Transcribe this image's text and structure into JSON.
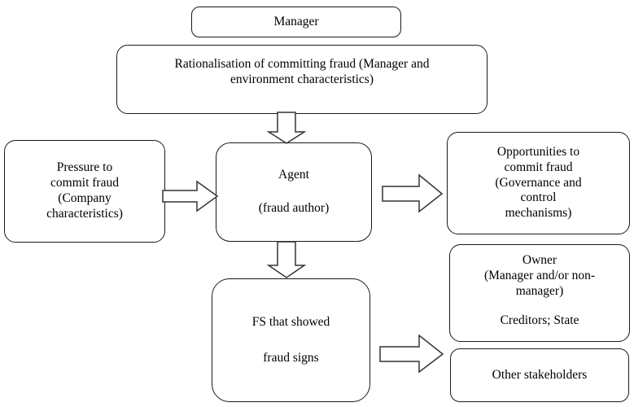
{
  "diagram": {
    "title": "Fraud triangle and agency relationships flow diagram",
    "background_color": "#ffffff",
    "line_color": "#1a1a1a",
    "nodes": {
      "manager": {
        "label": "Manager",
        "lines": [
          "Manager"
        ]
      },
      "rationalisation": {
        "label": "Rationalisation of committing fraud (Manager and environment characteristics)",
        "lines": [
          "Rationalisation of committing fraud (Manager and",
          "environment characteristics)"
        ]
      },
      "pressure": {
        "label": "Pressure to commit fraud (Company characteristics)",
        "lines": [
          "Pressure to",
          "commit fraud",
          "(Company",
          "characteristics)"
        ]
      },
      "agent": {
        "label": "Agent (fraud author)",
        "lines": [
          "Agent",
          "(fraud author)"
        ]
      },
      "opportunities": {
        "label": "Opportunities to commit fraud (Governance and control mechanisms)",
        "lines": [
          "Opportunities to",
          "commit fraud",
          "(Governance and",
          "control",
          "mechanisms)"
        ]
      },
      "fs": {
        "label": "FS that showed fraud signs",
        "lines": [
          "FS that showed",
          "fraud signs"
        ]
      },
      "owner": {
        "label": "Owner (Manager and/or non-manager) Creditors; State",
        "lines": [
          "Owner",
          "(Manager and/or non-",
          "manager)",
          "Creditors; State"
        ]
      },
      "other_stakeholders": {
        "label": "Other stakeholders",
        "lines": [
          "Other stakeholders"
        ]
      }
    },
    "arrows": [
      {
        "name": "rationalisation-to-agent",
        "direction": "down",
        "from": "rationalisation",
        "to": "agent"
      },
      {
        "name": "pressure-to-agent",
        "direction": "right",
        "from": "pressure",
        "to": "agent"
      },
      {
        "name": "agent-to-opportunities",
        "direction": "right",
        "from": "agent",
        "to": "opportunities"
      },
      {
        "name": "agent-to-fs",
        "direction": "down",
        "from": "agent",
        "to": "fs"
      },
      {
        "name": "fs-to-stakeholders",
        "direction": "right",
        "from": "fs",
        "to": "other_stakeholders"
      }
    ]
  }
}
